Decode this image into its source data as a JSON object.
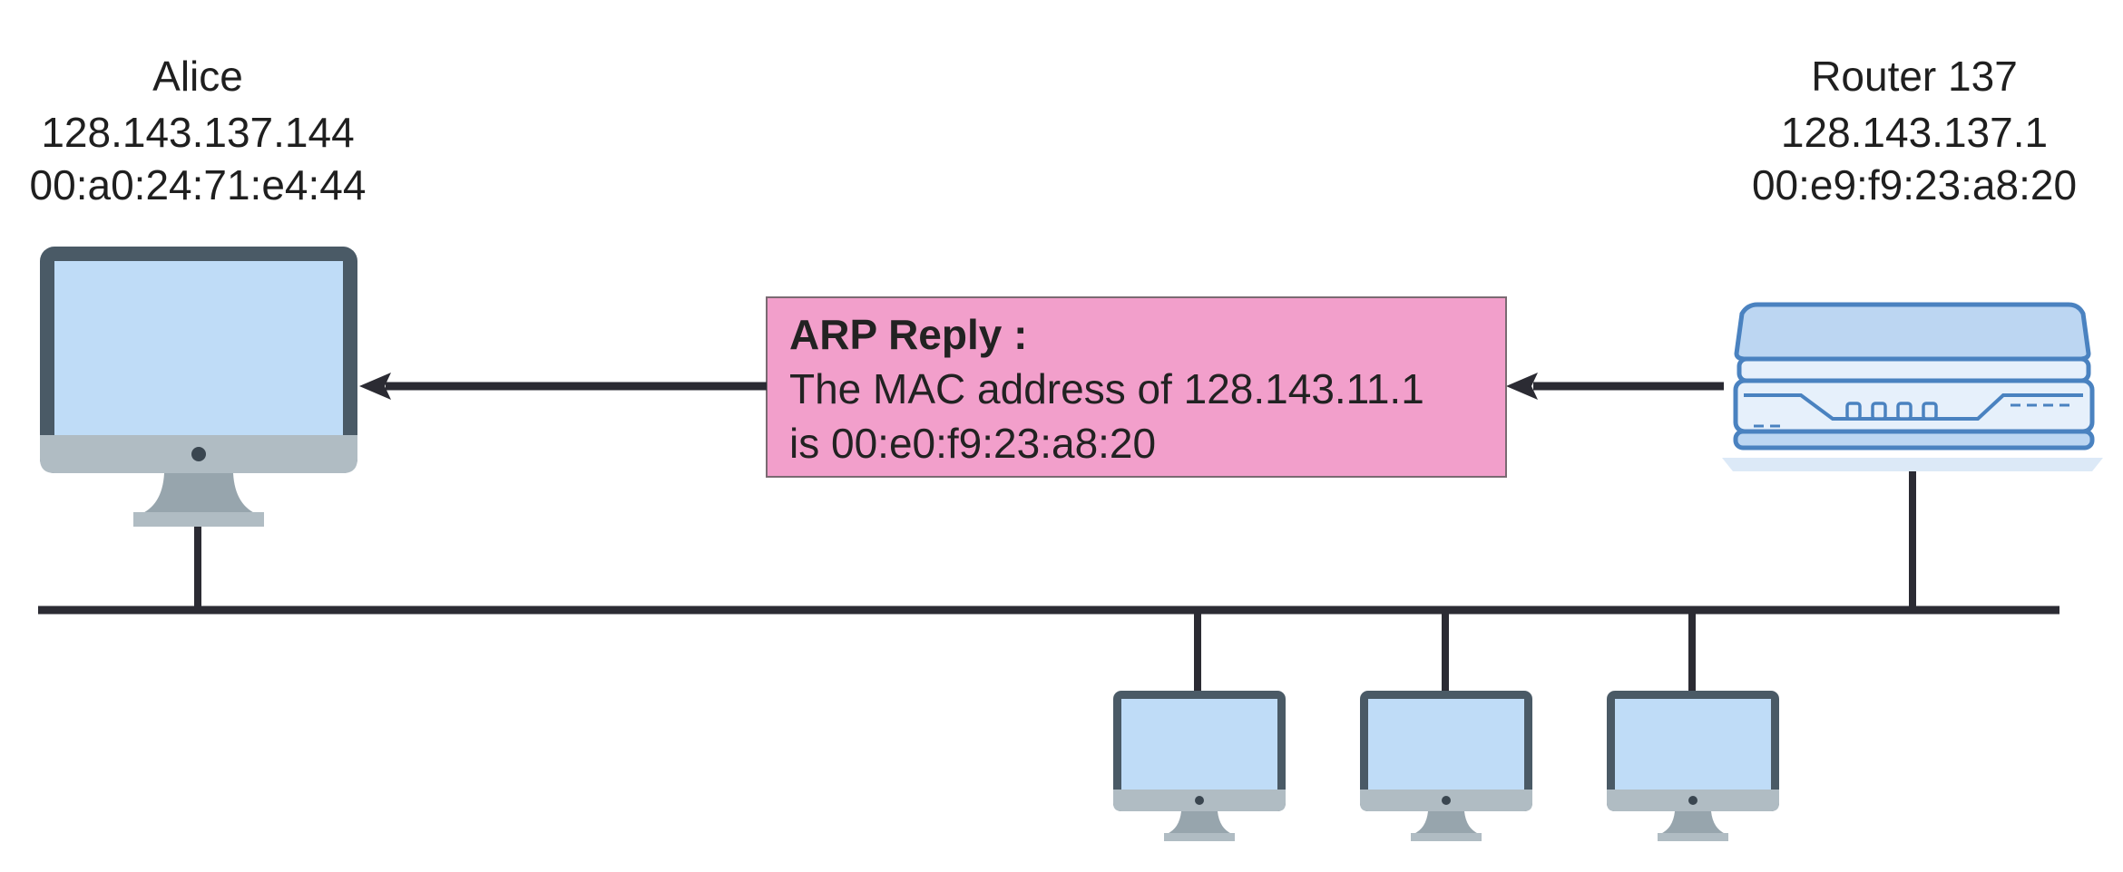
{
  "alice": {
    "name": "Alice",
    "ip": "128.143.137.144",
    "mac": "00:a0:24:71:e4:44"
  },
  "router": {
    "name": "Router 137",
    "ip": "128.143.137.1",
    "mac": "00:e9:f9:23:a8:20"
  },
  "message": {
    "title": "ARP Reply :",
    "line1": "The MAC address of 128.143.11.1",
    "line2": "is 00:e0:f9:23:a8:20"
  },
  "colors": {
    "message_bg": "#f29fcb",
    "message_border": "#7a6a72",
    "wire": "#2b2b33",
    "monitor_frame": "#4a5a66",
    "monitor_screen": "#bfdcf7",
    "monitor_chin": "#b0bcc3",
    "router_stroke": "#4a82c0",
    "router_fill": "#e6f0fb",
    "router_top": "#bcd6f2",
    "router_base": "#dce9f7"
  },
  "icons": {
    "alice_device": "desktop-monitor-icon",
    "router_device": "router-icon",
    "other_hosts": "desktop-monitor-icon"
  }
}
